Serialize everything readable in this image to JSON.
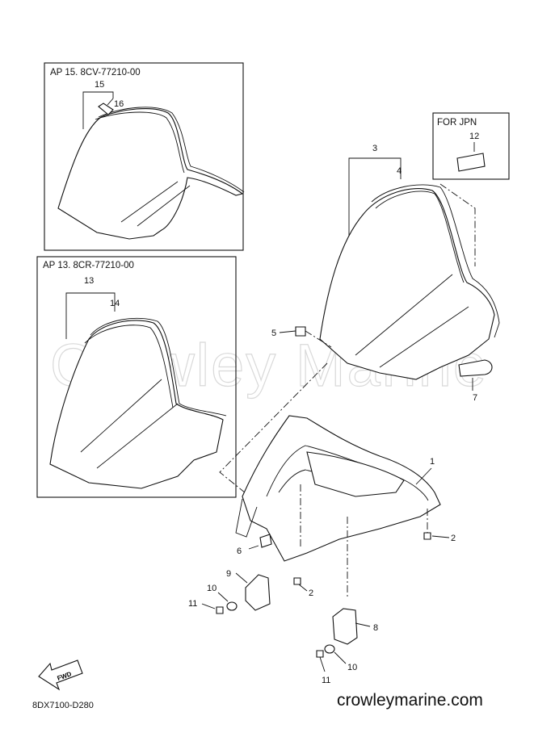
{
  "watermark": "Crowley Marine",
  "footer_code": "8DX7100-D280",
  "footer_url": "crowleymarine.com",
  "fwd_label": "FWD",
  "boxes": {
    "ap15": {
      "title": "AP  15. 8CV-77210-00",
      "labels": [
        "15",
        "16"
      ]
    },
    "ap13": {
      "title": "AP  13. 8CR-77210-00",
      "labels": [
        "13",
        "14"
      ]
    },
    "jpn": {
      "title": "FOR JPN",
      "labels": [
        "12"
      ]
    }
  },
  "callouts": {
    "c1": "1",
    "c2a": "2",
    "c2b": "2",
    "c3": "3",
    "c4": "4",
    "c5": "5",
    "c6": "6",
    "c7": "7",
    "c8": "8",
    "c9": "9",
    "c10a": "10",
    "c10b": "10",
    "c11a": "11",
    "c11b": "11"
  }
}
